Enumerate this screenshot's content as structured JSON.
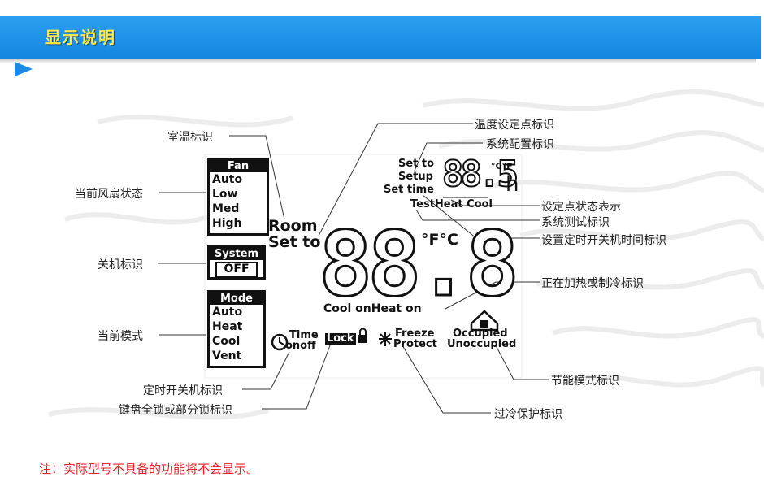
{
  "header": {
    "title": "显示说明"
  },
  "lcd": {
    "fan_box": {
      "title": "Fan",
      "rows": [
        "Auto",
        "Low",
        "Med",
        "High"
      ]
    },
    "system_box": {
      "title": "System",
      "value": "OFF"
    },
    "mode_box": {
      "title": "Mode",
      "rows": [
        "Auto",
        "Heat",
        "Cool",
        "Vent"
      ]
    },
    "room": "Room",
    "set_to": "Set to",
    "small_labels": [
      "Set to",
      "Setup",
      "Set time"
    ],
    "small_digits": "88.5",
    "small_unit_cf": "°C°F",
    "small_h": "h",
    "status_row": "TestHeat Cool",
    "big_digits": "88.8",
    "big_unit": "°F°C",
    "cool_heat_on": "Cool onHeat on",
    "time_top": "Time",
    "time_bottom": "onoff",
    "lock": "Lock",
    "freeze_top": "Freeze",
    "freeze_bottom": "Protect",
    "occupied": "Occupied",
    "unoccupied": "Unoccupied"
  },
  "labels": {
    "room_temp": "室温标识",
    "fan_state": "当前风扇状态",
    "off_mark": "关机标识",
    "current_mode": "当前模式",
    "timer_mark": "定时开关机标识",
    "keylock_mark": "键盘全锁或部分锁标识",
    "setpoint_mark": "温度设定点标识",
    "sys_config": "系统配置标识",
    "setpoint_state": "设定点状态表示",
    "sys_test": "系统测试标识",
    "timer_time": "设置定时开关机时间标识",
    "heat_cool_now": "正在加热或制冷标识",
    "energy_mode": "节能模式标识",
    "freeze_protect": "过冷保护标识"
  },
  "note": "注：实际型号不具备的功能将不会显示。",
  "colors": {
    "header_blue": "#1e8fe8",
    "title_yellow": "#ffe94a",
    "note_red": "#e8202a"
  }
}
